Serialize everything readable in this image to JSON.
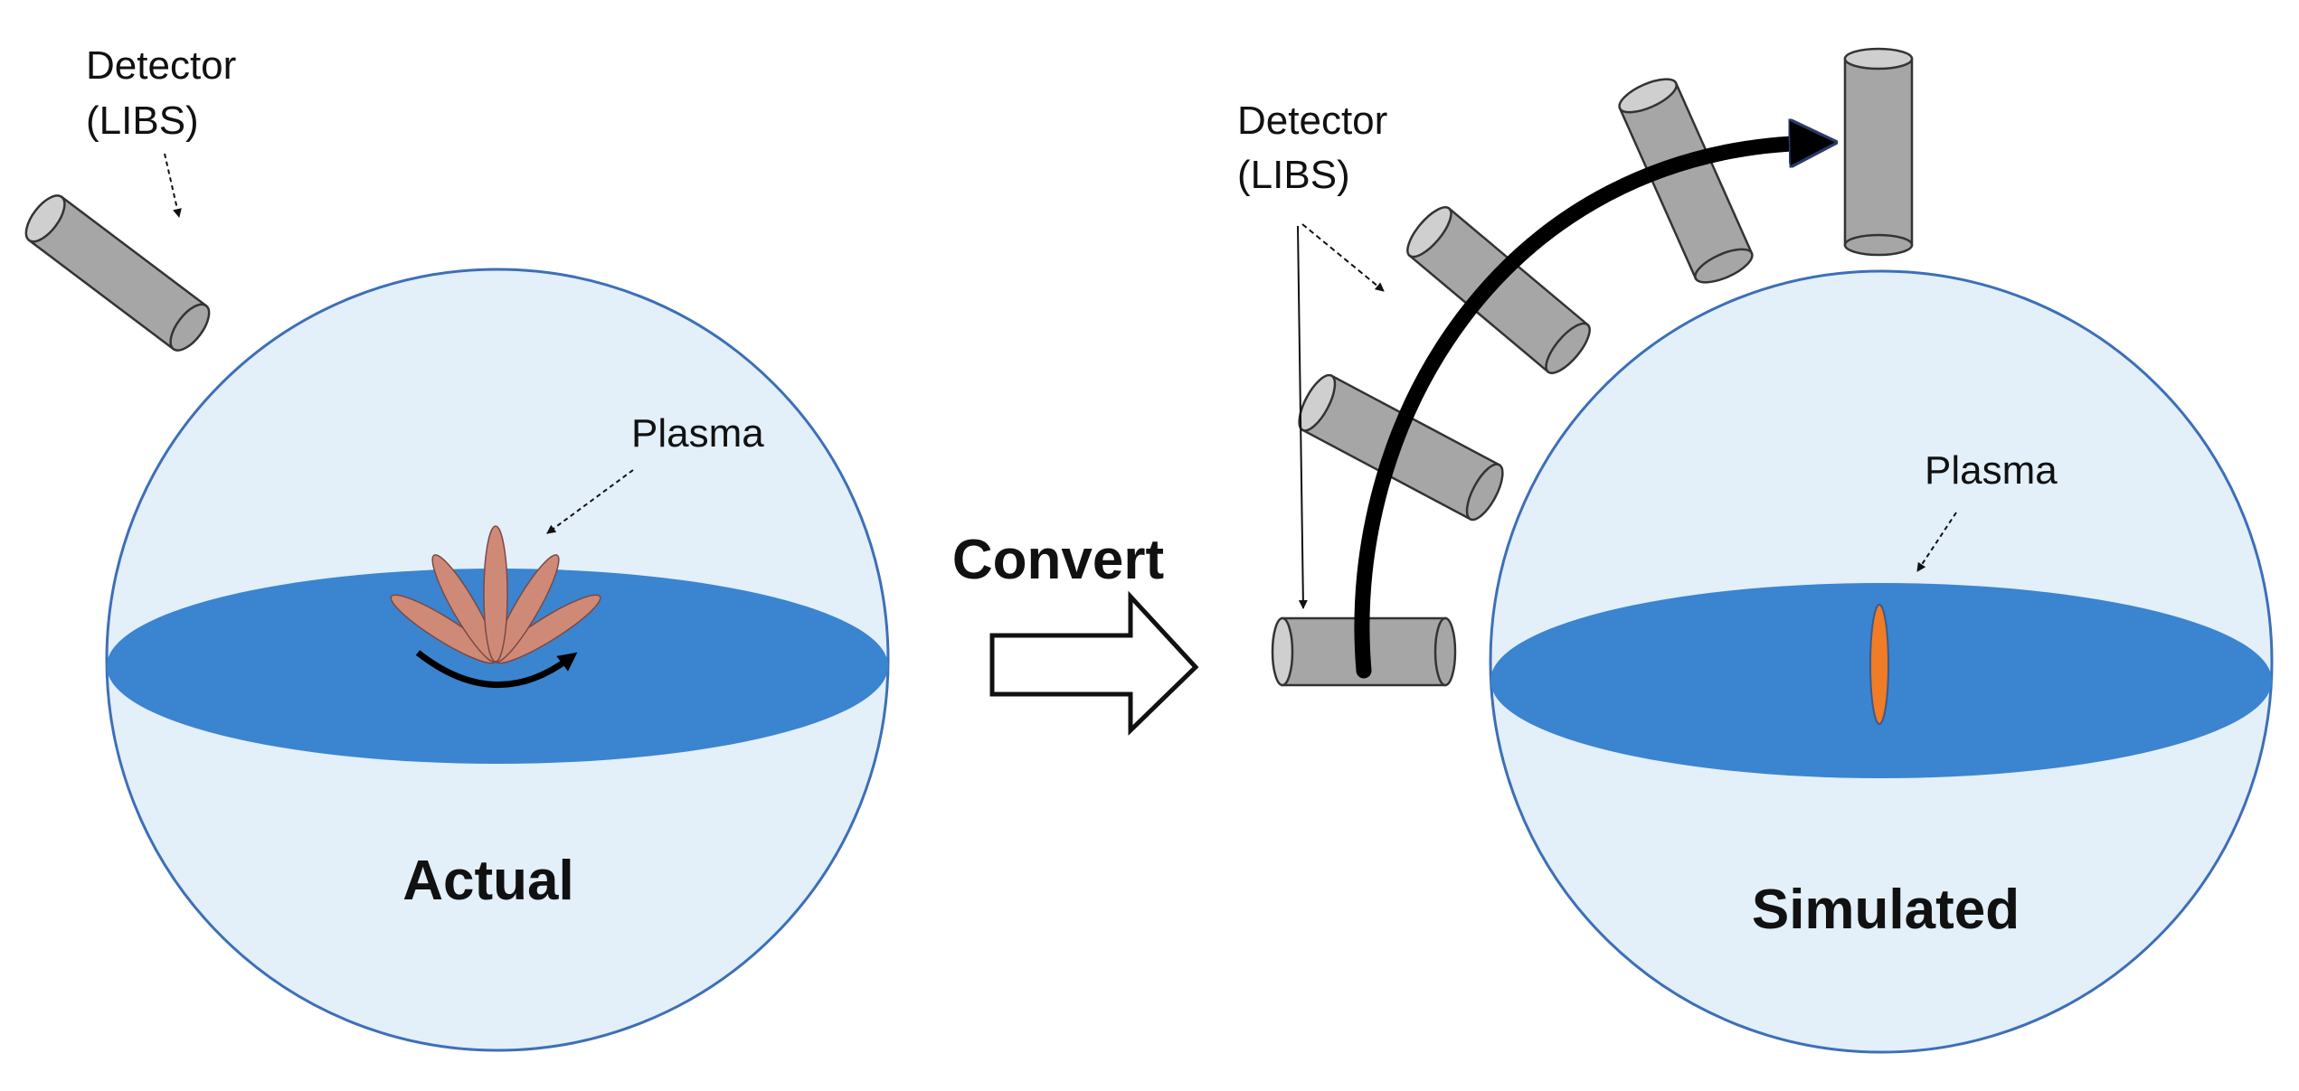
{
  "left_panel": {
    "detector_label_line1": "Detector",
    "detector_label_line2": "(LIBS)",
    "plasma_label": "Plasma",
    "caption": "Actual"
  },
  "convert_label": "Convert",
  "right_panel": {
    "detector_label_line1": "Detector",
    "detector_label_line2": "(LIBS)",
    "plasma_label": "Plasma",
    "caption": "Simulated"
  },
  "colors": {
    "sphere_fill": "#e3eff9",
    "sphere_outline": "#3d6fb8",
    "disk_fill": "#3b84d0",
    "cylinder_fill": "#a6a6a6",
    "cylinder_outline": "#333333",
    "petal_fill": "#cf8a77",
    "plasma_fill": "#f07c25",
    "arrow_color": "#000000"
  },
  "icons": {
    "detector": "cylinder-icon",
    "convert_arrow": "hollow-right-arrow-icon",
    "rotation_arrow": "curved-arrow-icon"
  }
}
